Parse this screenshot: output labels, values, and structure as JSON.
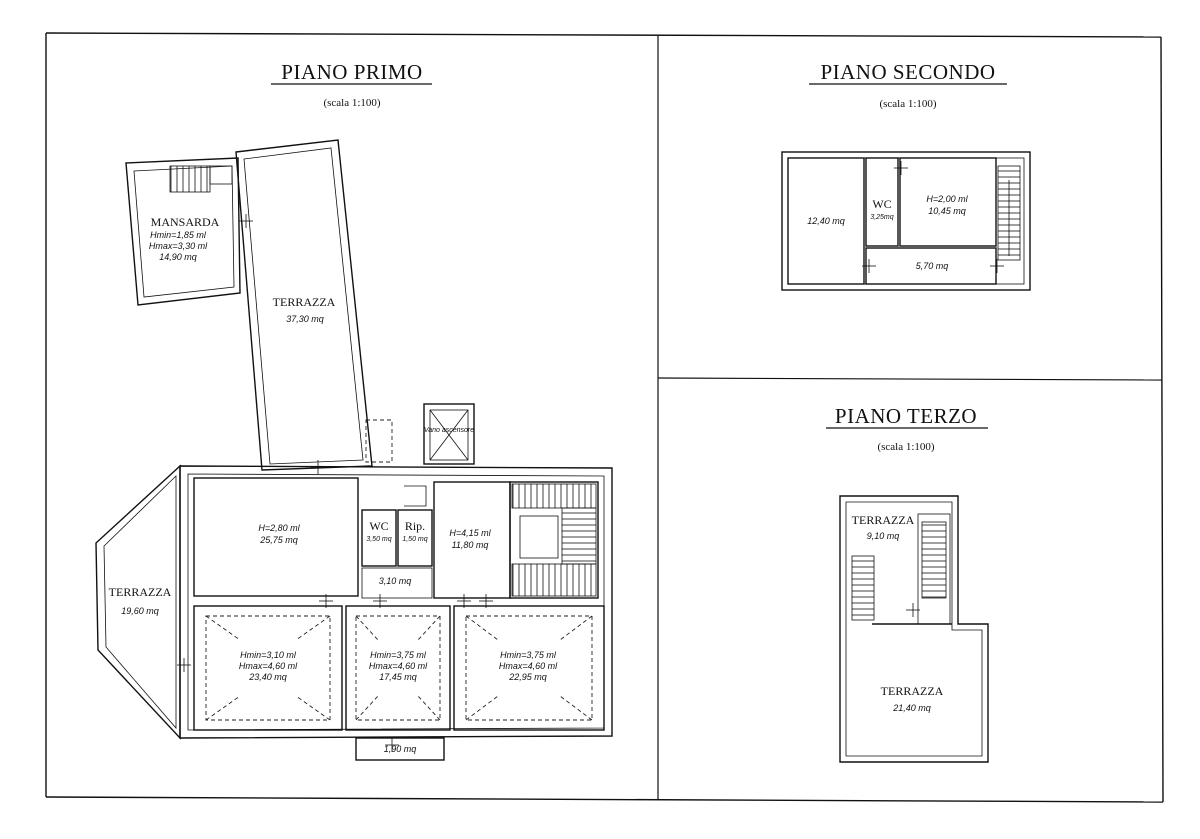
{
  "panels": {
    "primo": {
      "title": "PIANO PRIMO",
      "scale": "(scala 1:100)",
      "rooms": {
        "mansarda_name": "MANSARDA",
        "mansarda_h1": "Hmin=1,85 ml",
        "mansarda_h2": "Hmax=3,30 ml",
        "mansarda_area": "14,90 mq",
        "terrazza_top_name": "TERRAZZA",
        "terrazza_top_area": "37,30 mq",
        "vano": "Vano ascensore",
        "living_h": "H=2,80 ml",
        "living_area": "25,75 mq",
        "wc_name": "WC",
        "wc_area": "3,50 mq",
        "rip_name": "Rip.",
        "rip_area": "1,50 mq",
        "hall_area": "3,10 mq",
        "entry_h": "H=4,15 ml",
        "entry_area": "11,80 mq",
        "terrazza_left_name": "TERRAZZA",
        "terrazza_left_area": "19,60 mq",
        "room1_h1": "Hmin=3,10 ml",
        "room1_h2": "Hmax=4,60 ml",
        "room1_area": "23,40 mq",
        "room2_h1": "Hmin=3,75 ml",
        "room2_h2": "Hmax=4,60 ml",
        "room2_area": "17,45 mq",
        "room3_h1": "Hmin=3,75 ml",
        "room3_h2": "Hmax=4,60 ml",
        "room3_area": "22,95 mq",
        "balcony_area": "1,90 mq"
      }
    },
    "secondo": {
      "title": "PIANO SECONDO",
      "scale": "(scala 1:100)",
      "rooms": {
        "room_a_area": "12,40 mq",
        "wc_name": "WC",
        "wc_area": "3,25mq",
        "room_b_h": "H=2,00 ml",
        "room_b_area": "10,45 mq",
        "corridor_area": "5,70 mq"
      }
    },
    "terzo": {
      "title": "PIANO TERZO",
      "scale": "(scala 1:100)",
      "rooms": {
        "terrazza_a_name": "TERRAZZA",
        "terrazza_a_area": "9,10 mq",
        "terrazza_b_name": "TERRAZZA",
        "terrazza_b_area": "21,40 mq"
      }
    }
  }
}
